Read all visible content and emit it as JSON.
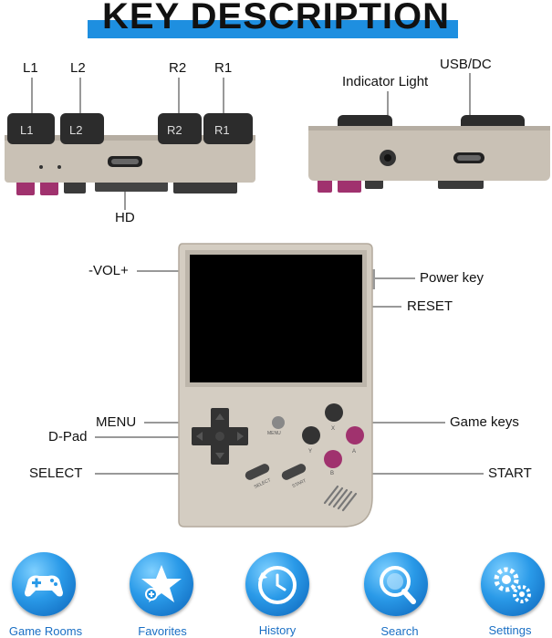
{
  "title": "KEY DESCRIPTION",
  "top_left_labels": {
    "l1": "L1",
    "l2": "L2",
    "r2": "R2",
    "r1": "R1",
    "hd": "HD"
  },
  "top_right_labels": {
    "indicator": "Indicator Light",
    "usb": "USB/DC"
  },
  "shoulder_button_text": {
    "l1": "L1",
    "l2": "L2",
    "r2": "R2",
    "r1": "R1"
  },
  "front_labels": {
    "vol": "-VOL+",
    "power": "Power key",
    "reset": "RESET",
    "menu": "MENU",
    "dpad": "D-Pad",
    "select": "SELECT",
    "game_keys": "Game keys",
    "start": "START"
  },
  "device_text": {
    "menu": "MENU",
    "select": "SELECT",
    "start": "START",
    "x": "X",
    "y": "Y",
    "a": "A",
    "b": "B"
  },
  "bottom_nav": [
    {
      "label": "Game Rooms",
      "icon": "gamepad-icon"
    },
    {
      "label": "Favorites",
      "icon": "star-icon"
    },
    {
      "label": "History",
      "icon": "clock-icon"
    },
    {
      "label": "Search",
      "icon": "magnifier-icon"
    },
    {
      "label": "Settings",
      "icon": "gears-icon"
    }
  ],
  "colors": {
    "accent": "#1e8fe0",
    "body": "#c9c1b5",
    "magenta": "#a0326e"
  }
}
